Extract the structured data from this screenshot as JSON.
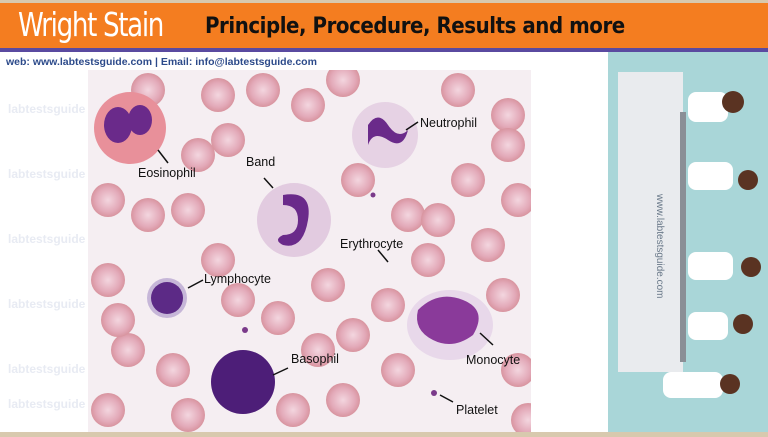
{
  "header": {
    "title": "Wright Stain",
    "subtitle": "Principle, Procedure, Results and more"
  },
  "contact": {
    "text": "web:  www.labtestsguide.com   |  Email: info@labtestsguide.com"
  },
  "watermark": "labtestsguide",
  "figure": {
    "labels": {
      "eosinophil": "Eosinophil",
      "neutrophil": "Neutrophil",
      "band": "Band",
      "erythrocyte": "Erythrocyte",
      "lymphocyte": "Lymphocyte",
      "basophil": "Basophil",
      "monocyte": "Monocyte",
      "platelet": "Platelet"
    }
  },
  "side_panel": {
    "website": "www.labtestsguide.com"
  },
  "colors": {
    "banner": "#f47d20",
    "rule": "#5a4aa0",
    "side": "#a9d6d8",
    "rbc": "#e3aab9",
    "nucleus": "#6a2a8a"
  }
}
